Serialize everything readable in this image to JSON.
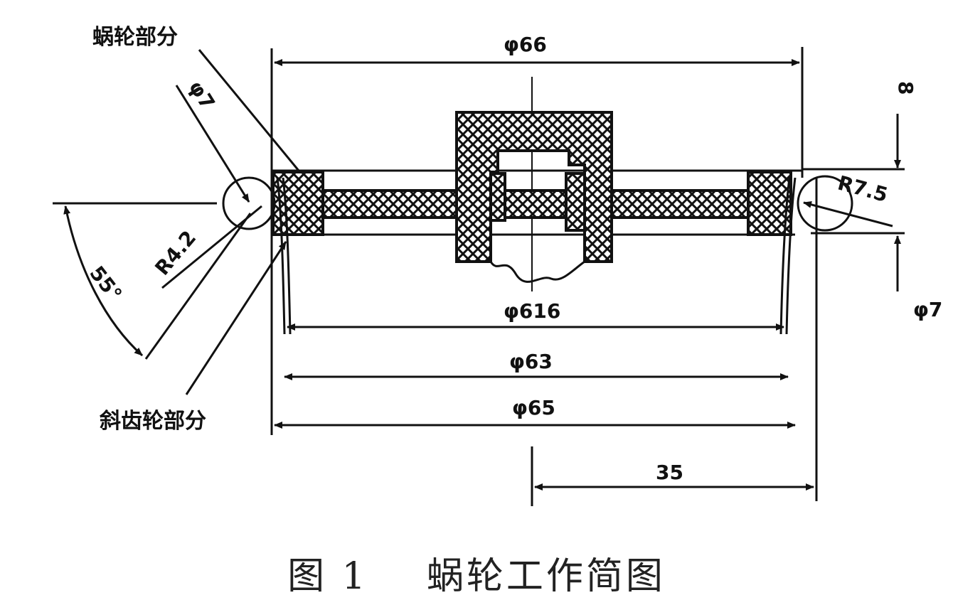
{
  "labels": {
    "worm_wheel_part": "蜗轮部分",
    "helical_gear_part": "斜齿轮部分"
  },
  "dimensions": {
    "d66": "φ66",
    "d7_top": "φ7",
    "r4_2": "R4.2",
    "angle55": "55°",
    "d616": "φ616",
    "d63": "φ63",
    "d65": "φ65",
    "len35": "35",
    "h8": "8",
    "r7_5": "R7.5",
    "d7_right": "φ7"
  },
  "caption": {
    "figure_no": "图 1",
    "title": "蜗轮工作简图"
  },
  "colors": {
    "ink": "#111111",
    "paper": "#ffffff"
  }
}
